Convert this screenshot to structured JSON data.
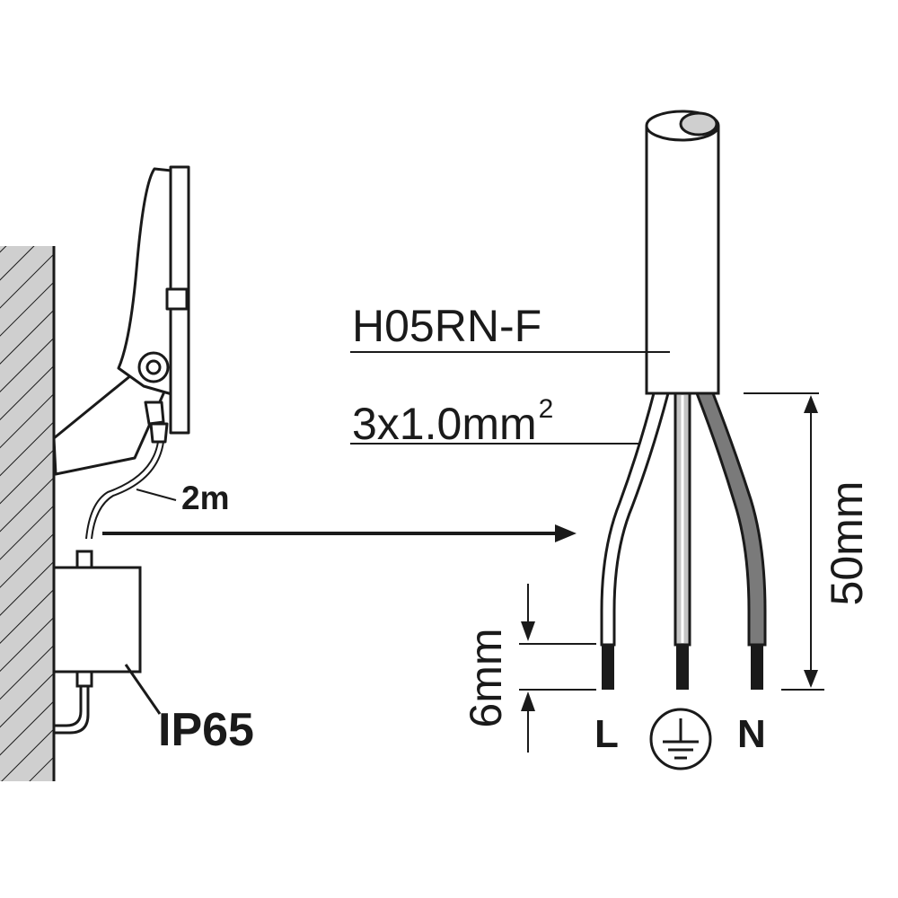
{
  "labels": {
    "cable_type": "H05RN-F",
    "cross_section": "3x1.0mm",
    "cross_section_sup": "2",
    "cable_length": "2m",
    "ip_rating": "IP65",
    "terminal_live": "L",
    "terminal_neutral": "N",
    "dim_strip_length": "50mm",
    "dim_wire_end": "6mm"
  },
  "icons": {
    "earth": "protective-earth-symbol"
  },
  "colors": {
    "line": "#1a1a1a",
    "wall_fill": "#cfcfcf",
    "earth_wire": "#c4c4c4",
    "neutral_wire": "#7a7a7a",
    "wire_end": "#1a1a1a"
  }
}
